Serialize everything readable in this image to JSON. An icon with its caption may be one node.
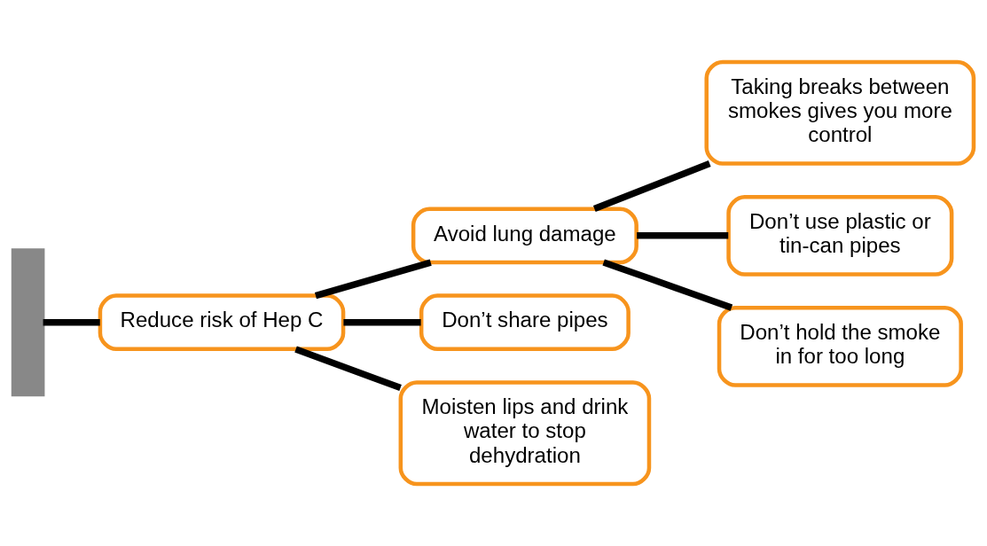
{
  "diagram": {
    "nodes": [
      {
        "text": [],
        "shape": "box"
      },
      {
        "text": [
          "Reduce risk of Hep C"
        ]
      },
      {
        "text": [
          "Avoid lung damage"
        ]
      },
      {
        "text": [
          "Don’t share pipes"
        ]
      },
      {
        "text": [
          "Moisten lips and drink water to stop dehydration"
        ]
      },
      {
        "text": [
          "Taking breaks between smokes gives you more control"
        ]
      },
      {
        "text": [
          "Don’t use plastic or tin-can pipes"
        ]
      },
      {
        "text": [
          "Don’t hold the smoke in for too long"
        ]
      }
    ],
    "edges": [
      {
        "from": 0,
        "to": 1,
        "arrow": "none"
      },
      {
        "from": 1,
        "to": 3,
        "arrow": "none"
      },
      {
        "from": 1,
        "to": 4,
        "arrow": "none"
      },
      {
        "from": 1,
        "to": 2,
        "arrow": "none"
      },
      {
        "from": 2,
        "to": 5,
        "arrow": "none"
      },
      {
        "from": 2,
        "to": 6,
        "arrow": "none"
      },
      {
        "from": 2,
        "to": 7,
        "arrow": "none"
      }
    ]
  }
}
